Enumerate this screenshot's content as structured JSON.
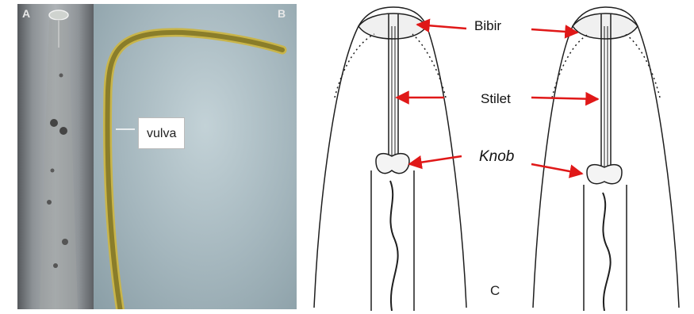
{
  "panels": {
    "a": {
      "letter": "A"
    },
    "b": {
      "letter": "B",
      "callout": "vulva"
    },
    "c": {
      "letter": "C",
      "labels": {
        "bibir": "Bibir",
        "stilet": "Stilet",
        "knob": "Knob"
      }
    }
  },
  "colors": {
    "arrow": "#e01818",
    "outline": "#1e1e1e",
    "specimen_body": "#8a7d2a"
  }
}
